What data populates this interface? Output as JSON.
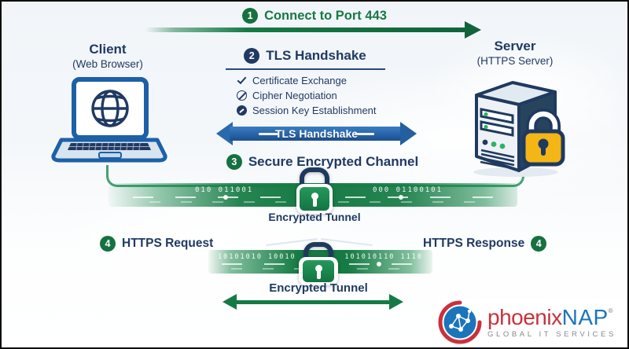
{
  "colors": {
    "green": "#157a43",
    "navy": "#1f3a63",
    "blue_arrow": "#2a69ae",
    "laptop_blue": "#1d60a7",
    "lock_gold": "#f4b517",
    "brand_red": "#c9313d",
    "brand_blue": "#1b75bb",
    "tagline_gray": "#85888b"
  },
  "steps": {
    "step1": {
      "number": "1",
      "label": "Connect to Port 443"
    },
    "step2": {
      "number": "2",
      "label": "TLS Handshake"
    },
    "step3": {
      "number": "3",
      "label": "Secure Encrypted Channel"
    },
    "step4_request": {
      "number": "4",
      "label": "HTTPS Request"
    },
    "step4_response": {
      "number": "4",
      "label": "HTTPS Response"
    }
  },
  "client": {
    "title": "Client",
    "subtitle": "(Web Browser)"
  },
  "server": {
    "title": "Server",
    "subtitle": "(HTTPS Server)"
  },
  "handshake": {
    "checklist": [
      {
        "icon": "check-icon",
        "label": "Certificate Exchange"
      },
      {
        "icon": "cipher-icon",
        "label": "Cipher Negotiation"
      },
      {
        "icon": "key-icon",
        "label": "Session Key Establishment"
      }
    ],
    "arrow_label": "TLS Handshake"
  },
  "tunnel1": {
    "label": "Encrypted Tunnel",
    "binary_left": "010 011001",
    "binary_right": "000 01100101"
  },
  "tunnel2": {
    "label": "Encrypted Tunnel",
    "binary_left": "10101010 10010",
    "binary_right": "101010110 1110"
  },
  "logo": {
    "brand_first": "phoenix",
    "brand_second": "NAP",
    "registered": "®",
    "tagline": "GLOBAL IT SERVICES"
  }
}
